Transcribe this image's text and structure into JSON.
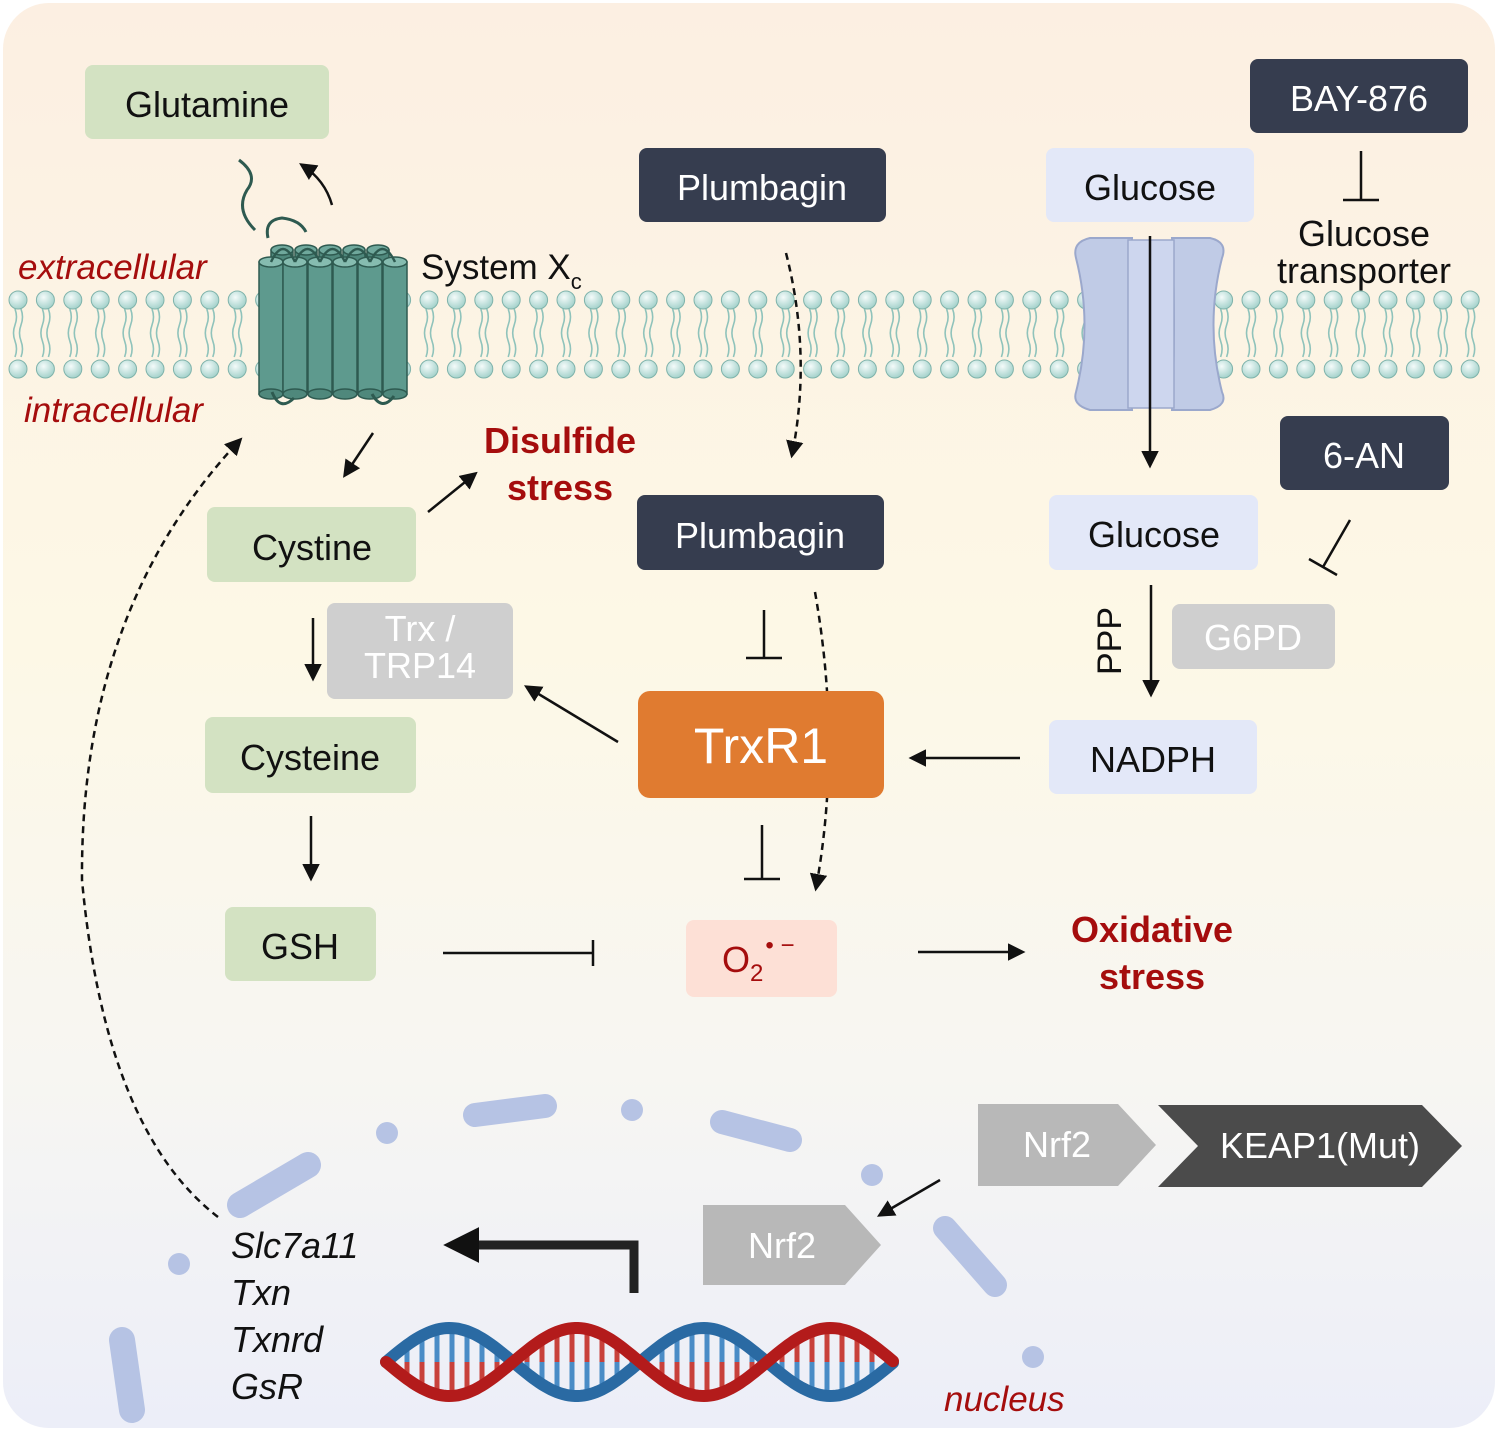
{
  "regions": {
    "extracellular": "extracellular",
    "intracellular": "intracellular",
    "nucleus": "nucleus"
  },
  "boxes": {
    "glutamine": "Glutamine",
    "plumbagin_out": "Plumbagin",
    "glucose_out": "Glucose",
    "bay876": "BAY-876",
    "glucose_transporter_line1": "Glucose",
    "glucose_transporter_line2": "transporter",
    "system_xc_main": "System X",
    "system_xc_sub": "c",
    "cystine": "Cystine",
    "disulfide_line1": "Disulfide",
    "disulfide_line2": "stress",
    "plumbagin_in": "Plumbagin",
    "glucose_in": "Glucose",
    "six_an": "6-AN",
    "trx_line1": "Trx /",
    "trx_line2": "TRP14",
    "ppp": "PPP",
    "g6pd": "G6PD",
    "trxr1": "TrxR1",
    "cysteine": "Cysteine",
    "nadph": "NADPH",
    "gsh": "GSH",
    "superoxide_main": "O",
    "superoxide_sub": "2",
    "superoxide_sup": "• −",
    "oxidative_line1": "Oxidative",
    "oxidative_line2": "stress",
    "nrf2_cyto": "Nrf2",
    "keap1": "KEAP1(Mut)",
    "nrf2_nuc": "Nrf2"
  },
  "genes": [
    "Slc7a11",
    "Txn",
    "Txnrd",
    "GsR"
  ],
  "colors": {
    "green_box": "#d3e2c2",
    "dark_box": "#363d4f",
    "blue_box": "#e3e8f8",
    "grey_box": "#cfcfcf",
    "orange_box": "#e07b30",
    "pink_box": "#fde0d6",
    "stress_red": "#a50d0d",
    "teal_transporter": "#5e9a8e",
    "membrane_bead": "#c4e4e0",
    "dna_red": "#b31b1b",
    "dna_blue": "#2a6aa3"
  },
  "icons": [
    "membrane-bilayer",
    "system-xc-transporter",
    "glucose-transporter",
    "dna-helix",
    "nuclear-envelope"
  ]
}
